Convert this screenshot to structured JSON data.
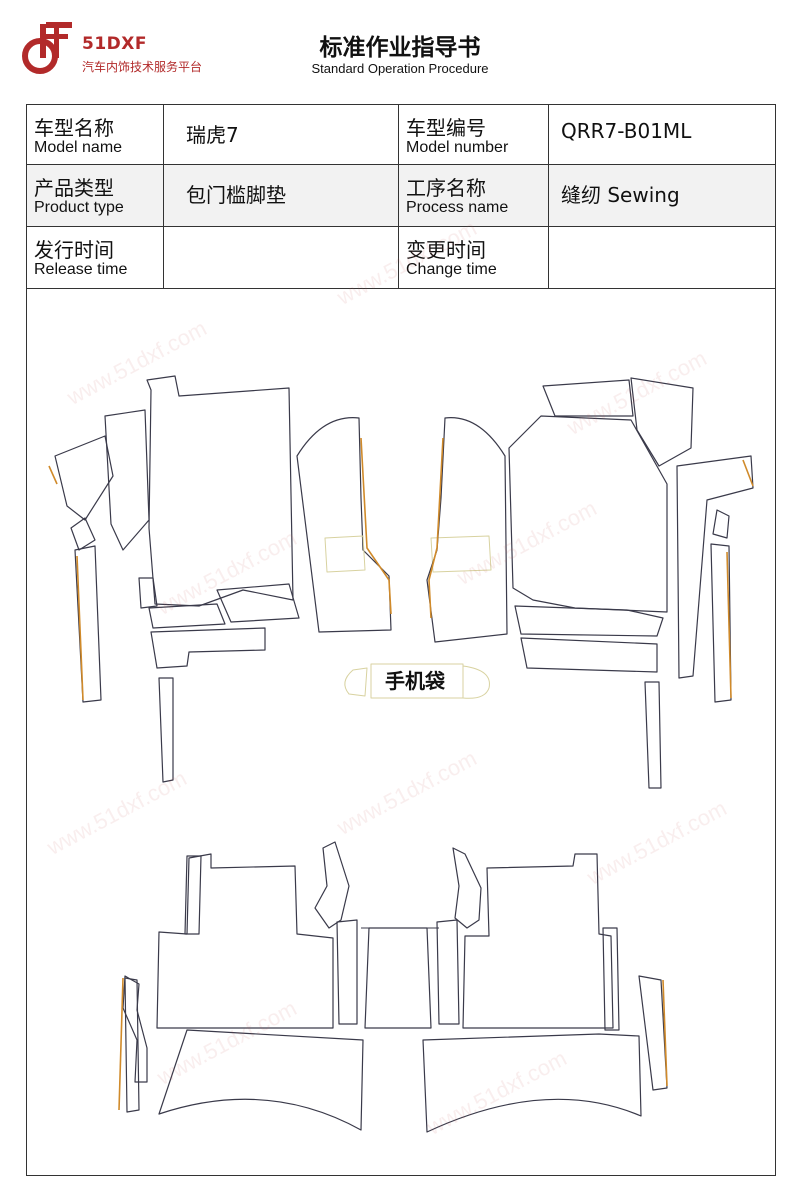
{
  "logo": {
    "brand": "51DXF",
    "tagline": "汽车内饰技术服务平台",
    "icon": "df-logo-icon",
    "color": "#b22a2a"
  },
  "header": {
    "title": "标准作业指导书",
    "subtitle": "Standard Operation Procedure"
  },
  "info": {
    "model_name": {
      "label_cn": "车型名称",
      "label_en": "Model name",
      "value": "瑞虎7"
    },
    "model_number": {
      "label_cn": "车型编号",
      "label_en": "Model number",
      "value": "QRR7-B01ML"
    },
    "product_type": {
      "label_cn": "产品类型",
      "label_en": "Product type",
      "value": "包门槛脚垫"
    },
    "process_name": {
      "label_cn": "工序名称",
      "label_en": "Process name",
      "value": "缝纫 Sewing"
    },
    "release_time": {
      "label_cn": "发行时间",
      "label_en": "Release time",
      "value": ""
    },
    "change_time": {
      "label_cn": "变更时间",
      "label_en": "Change time",
      "value": ""
    }
  },
  "drawing": {
    "phone_pocket_label": "手机袋",
    "outline_color": "#3a3a4a",
    "edge_highlight_color": "#d08a2a"
  },
  "watermark": {
    "text": "www.51dxf.com"
  }
}
